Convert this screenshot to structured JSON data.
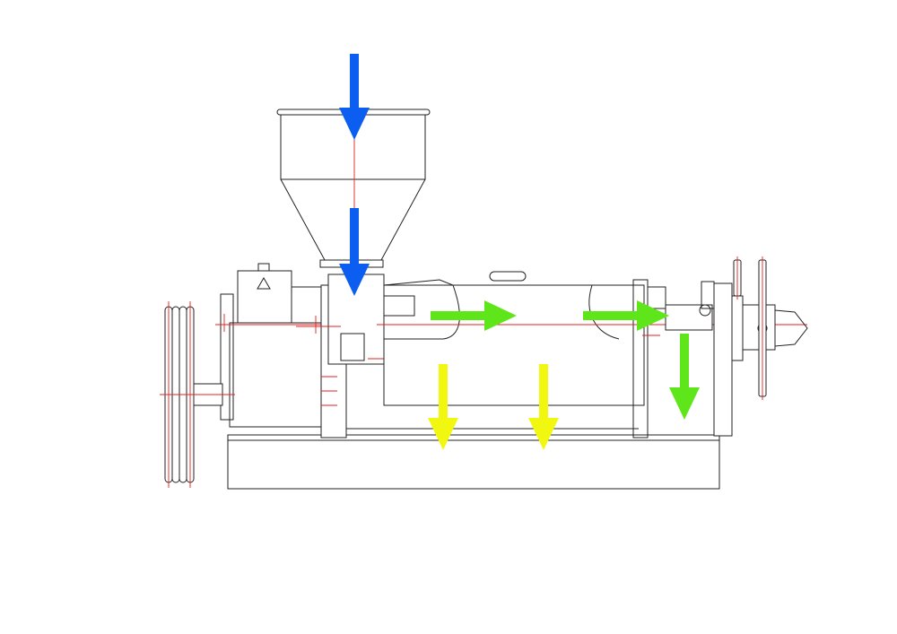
{
  "diagram": {
    "type": "oil-press-flow-diagram",
    "colors": {
      "background": "#ffffff",
      "line": "#222222",
      "centerline": "#e02020",
      "feed_arrow": "#0b5ef0",
      "oil_cake_arrow": "#5ee61a",
      "oil_arrow": "#f2f70f"
    },
    "arrows": [
      {
        "id": "feed-arrow-top",
        "flow": "feed",
        "direction": "down",
        "color_key": "feed_arrow"
      },
      {
        "id": "feed-arrow-throat",
        "flow": "feed",
        "direction": "down",
        "color_key": "feed_arrow"
      },
      {
        "id": "pressing-arrow-1",
        "flow": "press",
        "direction": "right",
        "color_key": "oil_cake_arrow"
      },
      {
        "id": "pressing-arrow-2",
        "flow": "press",
        "direction": "right",
        "color_key": "oil_cake_arrow"
      },
      {
        "id": "cake-exit-arrow",
        "flow": "cake-exit",
        "direction": "down",
        "color_key": "oil_cake_arrow"
      },
      {
        "id": "oil-arrow-1",
        "flow": "oil",
        "direction": "down",
        "color_key": "oil_arrow"
      },
      {
        "id": "oil-arrow-2",
        "flow": "oil",
        "direction": "down",
        "color_key": "oil_arrow"
      }
    ],
    "parts": [
      "hopper",
      "feed-throat",
      "gearbox",
      "v-belt-pulley",
      "press-cage",
      "base-frame",
      "cake-outlet-cone",
      "adjusting-handwheel"
    ]
  }
}
